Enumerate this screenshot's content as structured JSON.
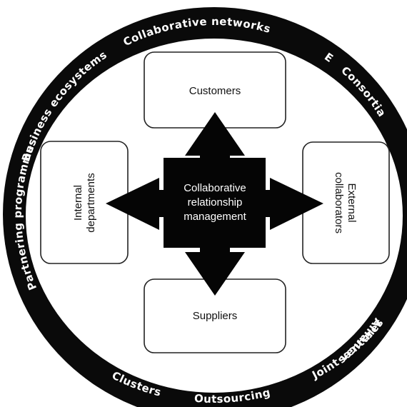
{
  "ring": {
    "labels": {
      "collaborative_networks": "Collaborative networks",
      "consortia": "Consortia",
      "business_ecosystems": "Business ecosystems",
      "partnering_programmes": "Partnering programmes",
      "clusters": "Clusters",
      "outsourcing": "Outsourcing",
      "joint_ventures": "Joint ventures",
      "alliances": "Alliances",
      "right_edge_fragment": "E"
    }
  },
  "boxes": {
    "customers": "Customers",
    "suppliers": "Suppliers",
    "internal_line1": "Internal",
    "internal_line2": "departments",
    "external_line1": "External",
    "external_line2": "collaborators"
  },
  "center": {
    "line1": "Collaborative",
    "line2": "relationship",
    "line3": "management"
  },
  "colors": {
    "ring": "#0a0a0a",
    "center": "#050505",
    "box_fill": "#ffffff",
    "box_stroke": "#222222",
    "ring_text": "#ffffff"
  }
}
